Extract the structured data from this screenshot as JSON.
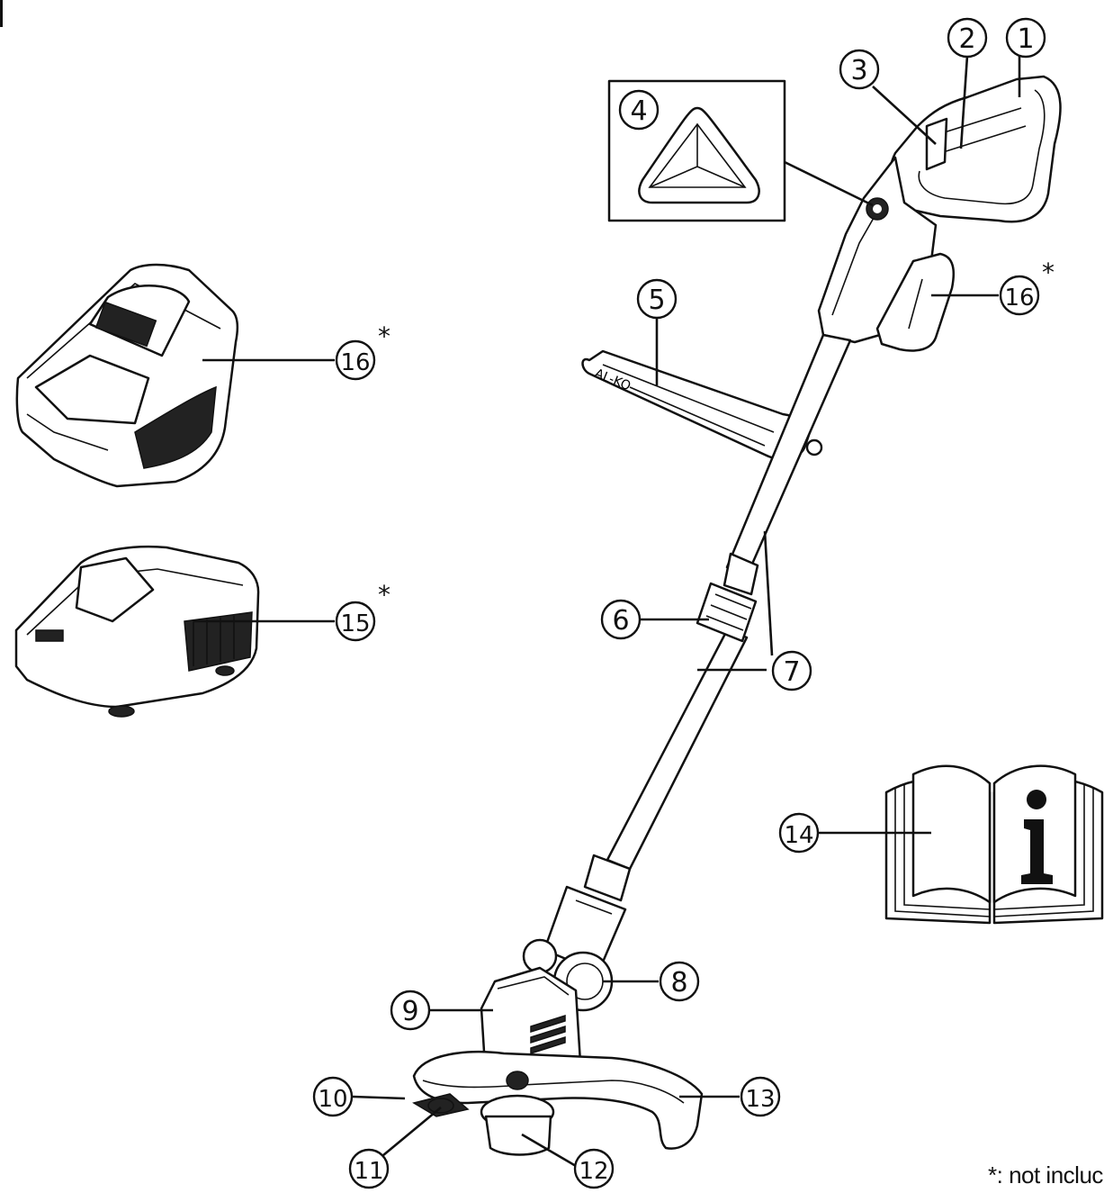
{
  "callouts": [
    {
      "num": "1"
    },
    {
      "num": "2"
    },
    {
      "num": "3"
    },
    {
      "num": "4"
    },
    {
      "num": "5"
    },
    {
      "num": "6"
    },
    {
      "num": "7"
    },
    {
      "num": "8"
    },
    {
      "num": "9"
    },
    {
      "num": "10"
    },
    {
      "num": "11"
    },
    {
      "num": "12"
    },
    {
      "num": "13"
    },
    {
      "num": "14"
    },
    {
      "num": "15"
    },
    {
      "num": "16"
    },
    {
      "num": "16"
    }
  ],
  "asterisk": "*",
  "footnote": "*: not incluc",
  "logo_text": "AL-KO"
}
